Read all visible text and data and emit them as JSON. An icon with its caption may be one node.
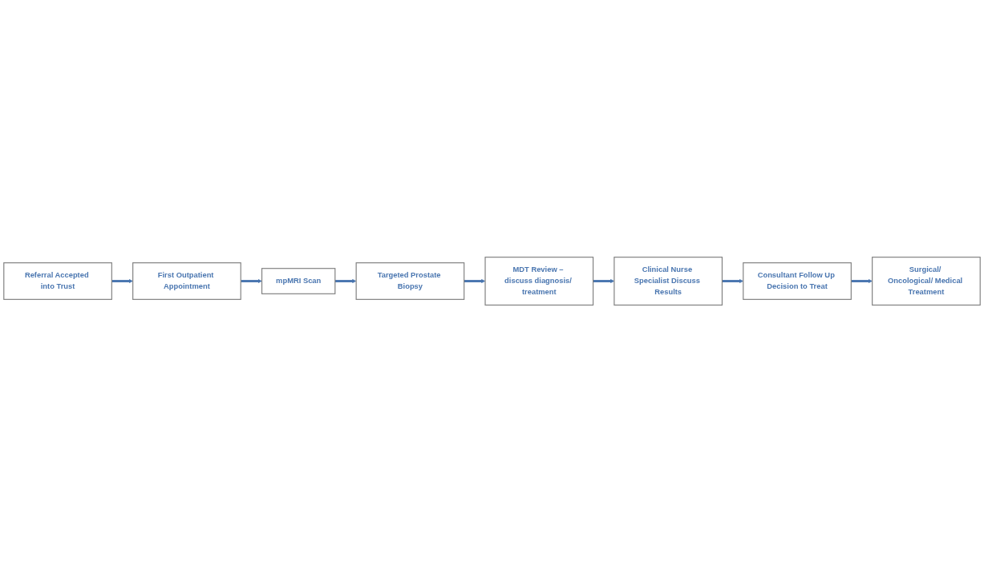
{
  "diagram": {
    "nodes": [
      {
        "text": [
          "Referral Accepted into Trust"
        ]
      },
      {
        "text": [
          "First Outpatient Appointment"
        ]
      },
      {
        "text": [
          "mpMRI Scan"
        ]
      },
      {
        "text": [
          "Targeted Prostate Biopsy"
        ]
      },
      {
        "text": [
          "MDT Review – discuss diagnosis/ treatment"
        ]
      },
      {
        "text": [
          "Clinical Nurse Specialist Discuss Results"
        ]
      },
      {
        "text": [
          "Consultant Follow Up Decision to Treat"
        ]
      },
      {
        "text": [
          "Surgical/ Oncological/ Medical Treatment"
        ]
      }
    ],
    "edges": [
      {
        "from": 0,
        "to": 1,
        "arrow": "to"
      },
      {
        "from": 1,
        "to": 2,
        "arrow": "to"
      },
      {
        "from": 2,
        "to": 3,
        "arrow": "to"
      },
      {
        "from": 3,
        "to": 4,
        "arrow": "to"
      },
      {
        "from": 4,
        "to": 5,
        "arrow": "to"
      },
      {
        "from": 5,
        "to": 6,
        "arrow": "to"
      },
      {
        "from": 6,
        "to": 7,
        "arrow": "to"
      }
    ]
  }
}
